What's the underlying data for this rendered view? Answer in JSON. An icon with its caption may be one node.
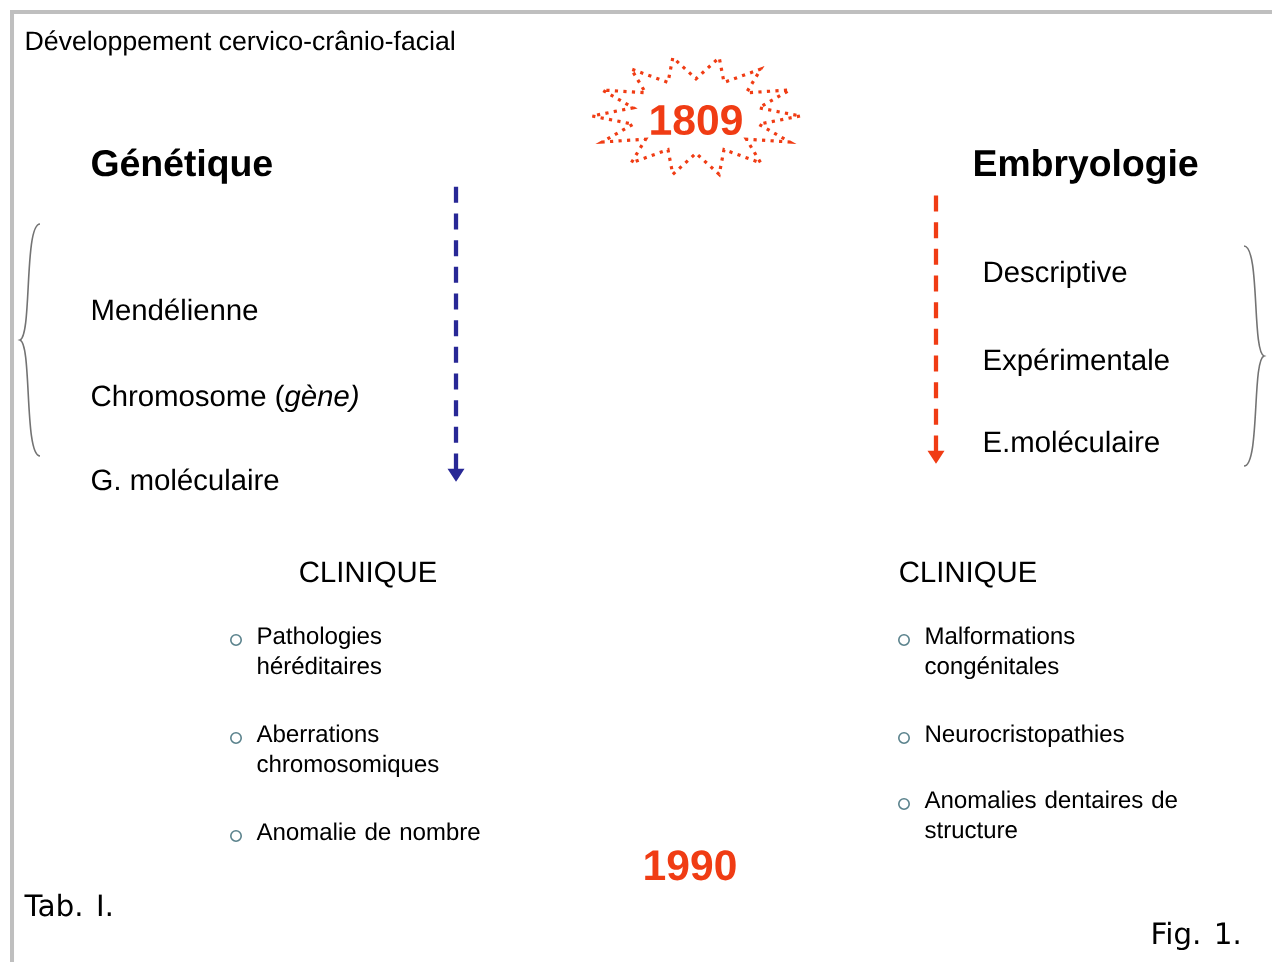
{
  "diagram": {
    "title": "Développement cervico-crânio-facial",
    "nodes": [
      {
        "text": [
          "1809"
        ]
      }
    ],
    "labels": [
      "Génétique",
      "Embryologie",
      "Descriptive",
      "Mendélienne",
      "Expérimentale",
      "Chromosome (*gène)*",
      "E.moléculaire",
      "G. moléculaire",
      "CLINIQUE",
      "CLINIQUE",
      "Pathologies héréditaires",
      "Malformations congénitales",
      "Aberrations chromosomiques",
      "Neurocristopathies",
      "Anomalies dentaires de structure",
      "Anomalie de nombre",
      "1990",
      "Tab. I.",
      "Fig. 1."
    ]
  }
}
